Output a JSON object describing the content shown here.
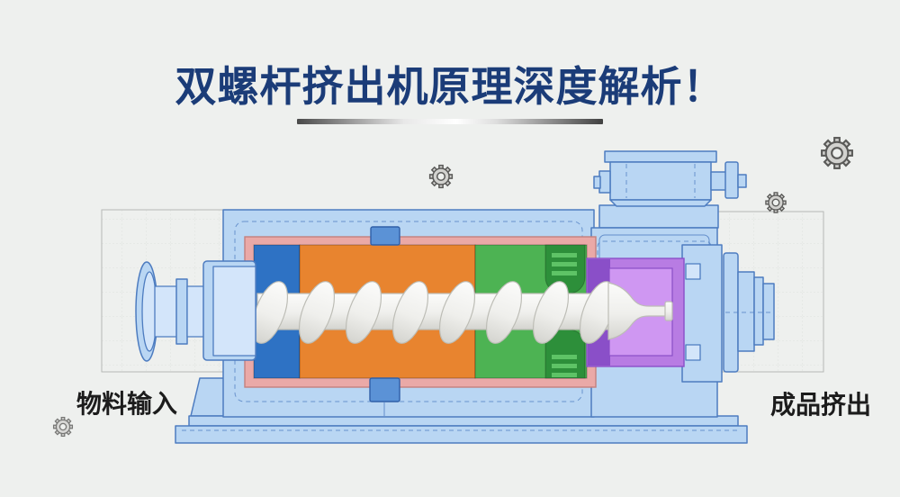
{
  "title": {
    "text": "双螺杆挤出机原理深度解析！"
  },
  "labels": {
    "material_input": "物料输入",
    "product_output": "成品挤出"
  },
  "icons": {
    "gear": "gear-icon",
    "gear_count": 4
  },
  "diagram": {
    "type": "twin-screw-extruder-cutaway",
    "zones": [
      {
        "name": "feed-zone",
        "color": "#2e72c4"
      },
      {
        "name": "melt-zone",
        "color": "#e8842f"
      },
      {
        "name": "mixing-zone",
        "color": "#4db353"
      },
      {
        "name": "die-zone",
        "color": "#cf97f2"
      }
    ]
  },
  "colors": {
    "background": "#eef0ee",
    "title_text": "#1b3c78",
    "label_text": "#1c1c1c",
    "machine_fill": "#b9d6f3",
    "machine_fill_light": "#d3e5fa",
    "machine_stroke": "#4d7cc0",
    "barrel_lining": "#eaa9a7",
    "lining_stroke": "#c4807d",
    "zone_feed_blue": "#2e72c4",
    "zone_melt_orange": "#e8842f",
    "zone_mix_green": "#4db353",
    "zone_mix_green_dark": "#2d8f3a",
    "zone_mix_green_slot": "#5ec366",
    "zone_die_purple_light": "#cf97f2",
    "zone_die_purple_mid": "#b87ce3",
    "zone_die_purple_dark": "#8a4fc8",
    "clamp_blue": "#5b92d6",
    "screw_stroke": "#bdbdb6",
    "gear_fill": "#d2d2cf",
    "gear_stroke": "#5a5a58",
    "grid_border": "#b5b8b5",
    "grid_line": "#dfe2df"
  }
}
